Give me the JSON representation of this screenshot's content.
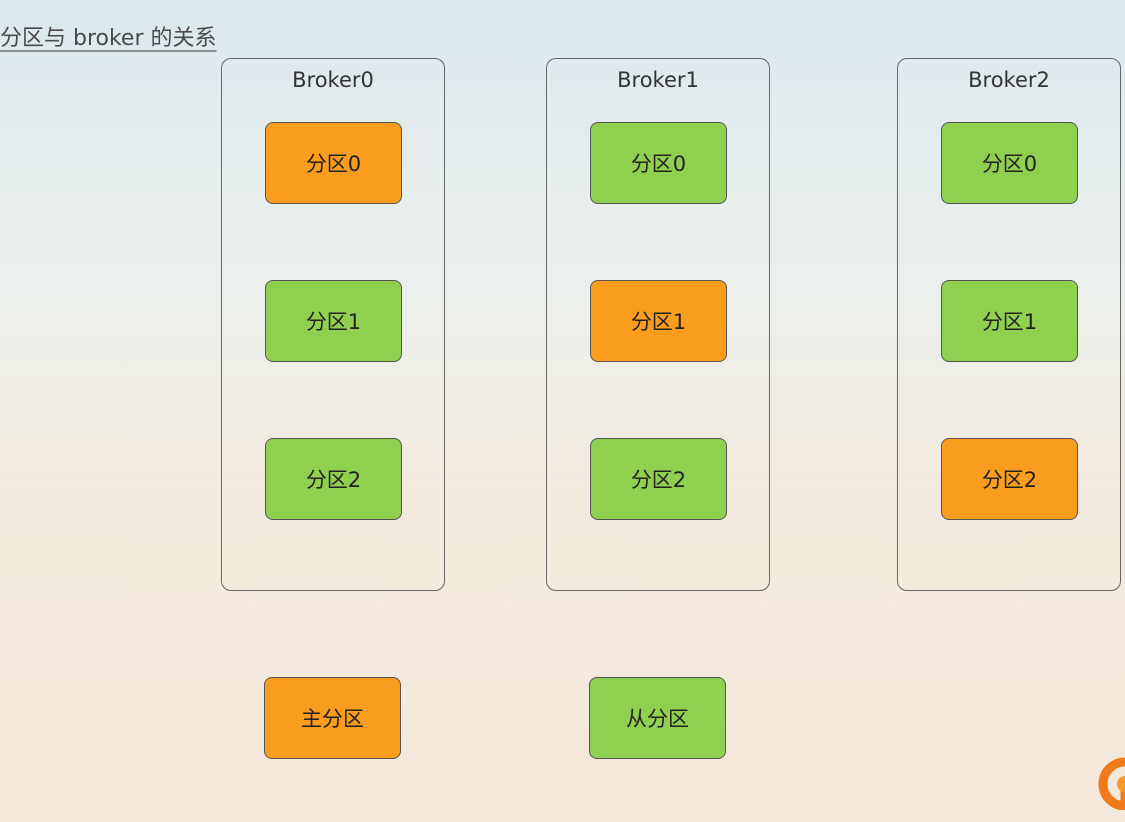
{
  "title": "分区与 broker 的关系",
  "colors": {
    "leader": "#fa9d1f",
    "follower": "#90d050"
  },
  "brokers": [
    {
      "label": "Broker0",
      "partitions": [
        {
          "label": "分区0",
          "role": "leader"
        },
        {
          "label": "分区1",
          "role": "follower"
        },
        {
          "label": "分区2",
          "role": "follower"
        }
      ]
    },
    {
      "label": "Broker1",
      "partitions": [
        {
          "label": "分区0",
          "role": "follower"
        },
        {
          "label": "分区1",
          "role": "leader"
        },
        {
          "label": "分区2",
          "role": "follower"
        }
      ]
    },
    {
      "label": "Broker2",
      "partitions": [
        {
          "label": "分区0",
          "role": "follower"
        },
        {
          "label": "分区1",
          "role": "follower"
        },
        {
          "label": "分区2",
          "role": "leader"
        }
      ]
    }
  ],
  "legend": {
    "leader_label": "主分区",
    "follower_label": "从分区"
  },
  "logo": {
    "icon": "orange-swirl-logo-icon"
  }
}
